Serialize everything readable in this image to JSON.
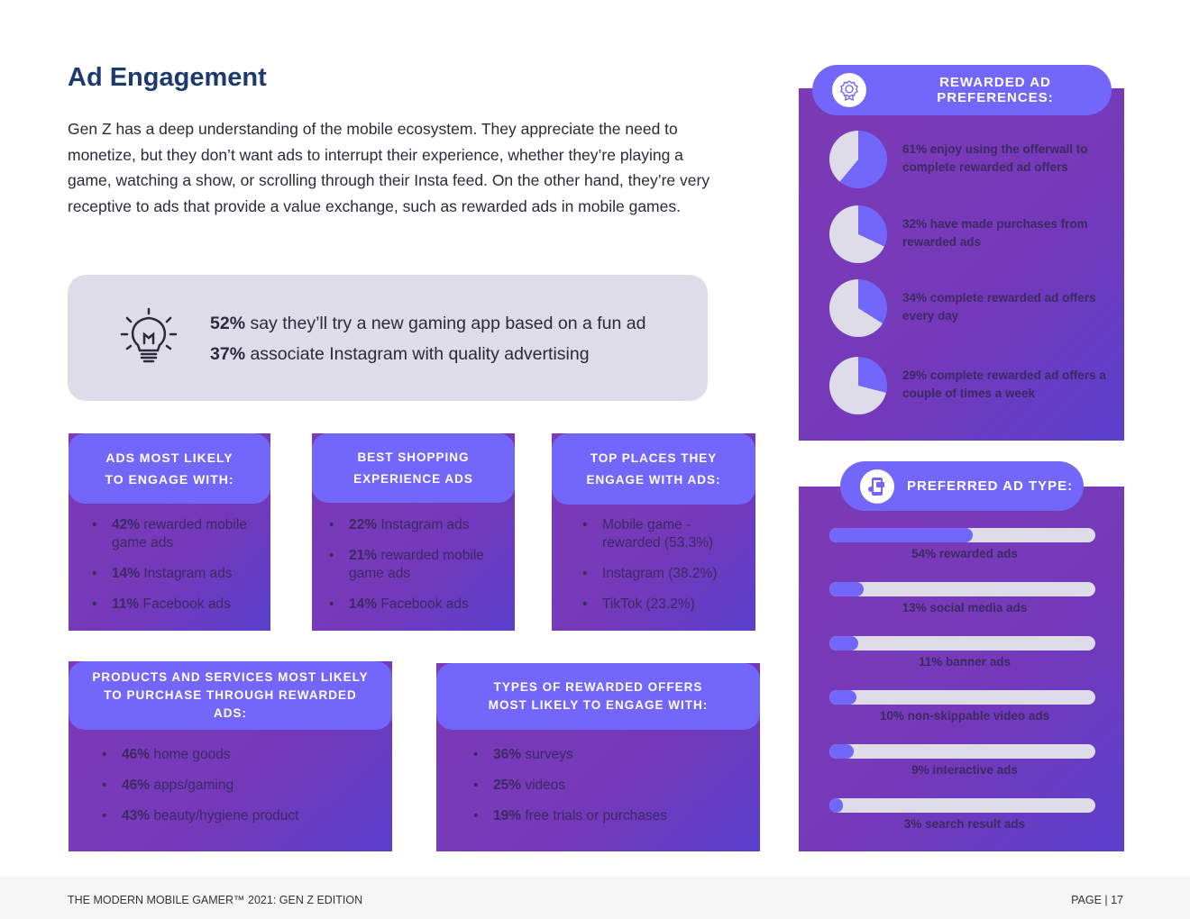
{
  "title": "Ad Engagement",
  "intro": "Gen Z has a deep understanding of the mobile ecosystem. They appreciate the need to monetize, but they don’t want ads to interrupt their experience, whether they’re playing a game, watching a show, or scrolling through their Insta feed. On the other hand, they’re very receptive to ads that provide a value exchange, such as rewarded ads in mobile games.",
  "callout": [
    {
      "pct": "52%",
      "text": " say they’ll try a new gaming app based on a fun ad"
    },
    {
      "pct": "37%",
      "text": " associate Instagram with quality advertising"
    }
  ],
  "boxes": [
    {
      "title": "ADS MOST LIKELY TO ENGAGE WITH:",
      "items": [
        {
          "pct": "42%",
          "text": " rewarded mobile game ads"
        },
        {
          "pct": "14%",
          "text": " Instagram ads"
        },
        {
          "pct": "11%",
          "text": " Facebook ads"
        }
      ]
    },
    {
      "title": "BEST SHOPPING EXPERIENCE ADS",
      "items": [
        {
          "pct": "22%",
          "text": " Instagram ads"
        },
        {
          "pct": "21%",
          "text": " rewarded mobile game ads"
        },
        {
          "pct": "14%",
          "text": " Facebook ads"
        }
      ]
    },
    {
      "title": "TOP PLACES THEY ENGAGE WITH ADS:",
      "items": [
        {
          "pct": "",
          "text": "Mobile game - rewarded (53.3%)"
        },
        {
          "pct": "",
          "text": "Instagram (38.2%)"
        },
        {
          "pct": "",
          "text": "TikTok (23.2%)"
        }
      ]
    },
    {
      "title": "PRODUCTS AND SERVICES MOST LIKELY TO PURCHASE THROUGH REWARDED ADS:",
      "items": [
        {
          "pct": "46%",
          "text": " home goods"
        },
        {
          "pct": "46%",
          "text": " apps/gaming"
        },
        {
          "pct": "43%",
          "text": " beauty/hygiene product"
        }
      ]
    },
    {
      "title": "TYPES OF REWARDED OFFERS MOST LIKELY TO ENGAGE WITH:",
      "items": [
        {
          "pct": "36%",
          "text": " surveys"
        },
        {
          "pct": "25%",
          "text": " videos"
        },
        {
          "pct": "19%",
          "text": " free trials or purchases"
        }
      ]
    }
  ],
  "rewarded": {
    "title": "REWARDED AD PREFERENCES:",
    "items": [
      {
        "value": 61,
        "text": "61% enjoy using the offerwall to complete rewarded ad offers"
      },
      {
        "value": 32,
        "text": "32% have made purchases from rewarded ads"
      },
      {
        "value": 34,
        "text": "34% complete rewarded ad offers every day"
      },
      {
        "value": 29,
        "text": "29% complete rewarded ad offers a couple of times a week"
      }
    ]
  },
  "preferred": {
    "title": "PREFERRED AD TYPE:",
    "items": [
      {
        "value": 54,
        "text": "54% rewarded ads"
      },
      {
        "value": 13,
        "text": "13% social media ads"
      },
      {
        "value": 11,
        "text": "11% banner ads"
      },
      {
        "value": 10,
        "text": "10% non-skippable video ads"
      },
      {
        "value": 9,
        "text": "9% interactive ads"
      },
      {
        "value": 3,
        "text": "3% search result ads"
      }
    ]
  },
  "colors": {
    "accent": "#7266fb",
    "track": "#dedce9",
    "panel": "#7b3bb8"
  },
  "footer": {
    "left": "THE MODERN MOBILE GAMER™ 2021: GEN Z EDITION",
    "right": "PAGE | 17"
  }
}
